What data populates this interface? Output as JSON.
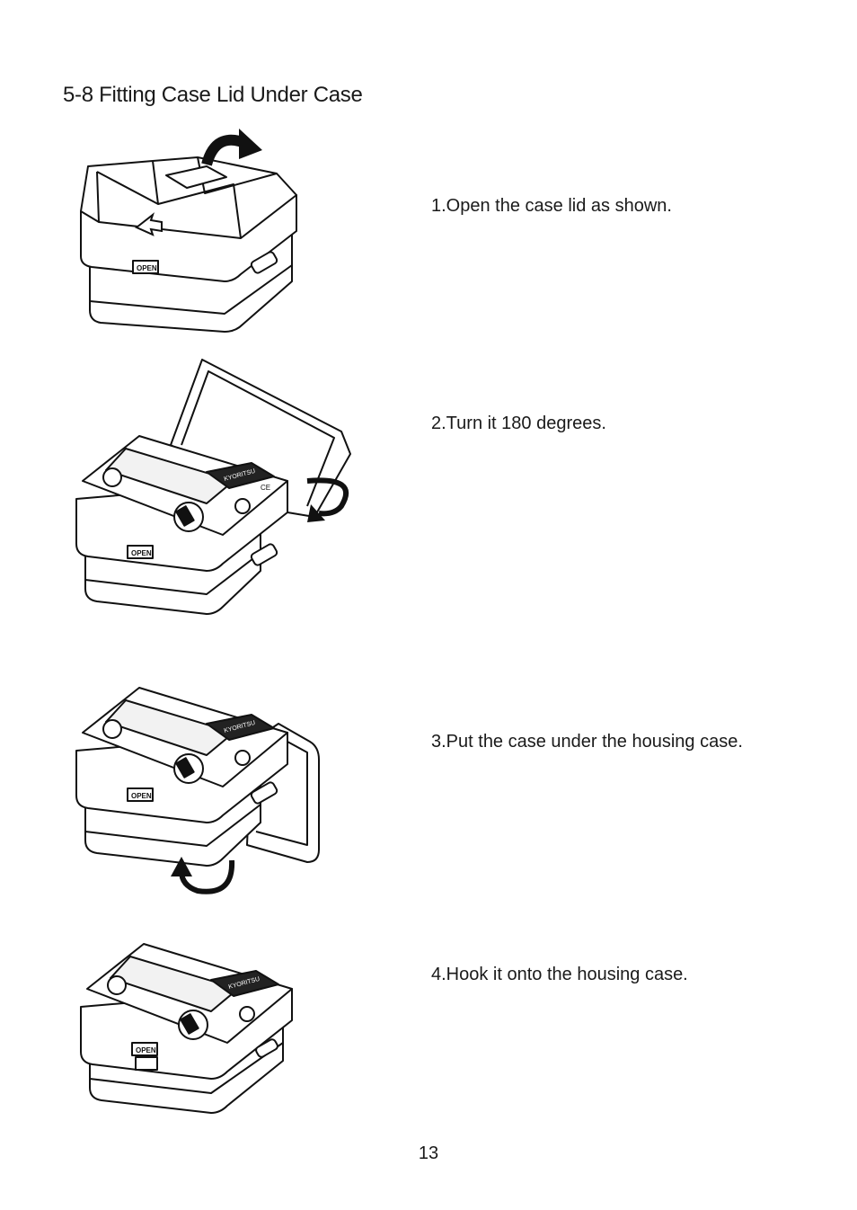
{
  "section": {
    "title": "5-8 Fitting Case Lid Under Case"
  },
  "steps": [
    {
      "text": "1.Open the case lid as shown."
    },
    {
      "text": "2.Turn it 180 degrees."
    },
    {
      "text": "3.Put the case under the housing case."
    },
    {
      "text": "4.Hook it onto the housing case."
    }
  ],
  "labels": {
    "open": "OPEN",
    "brand": "KYORITSU",
    "ce": "CE"
  },
  "page_number": "13"
}
